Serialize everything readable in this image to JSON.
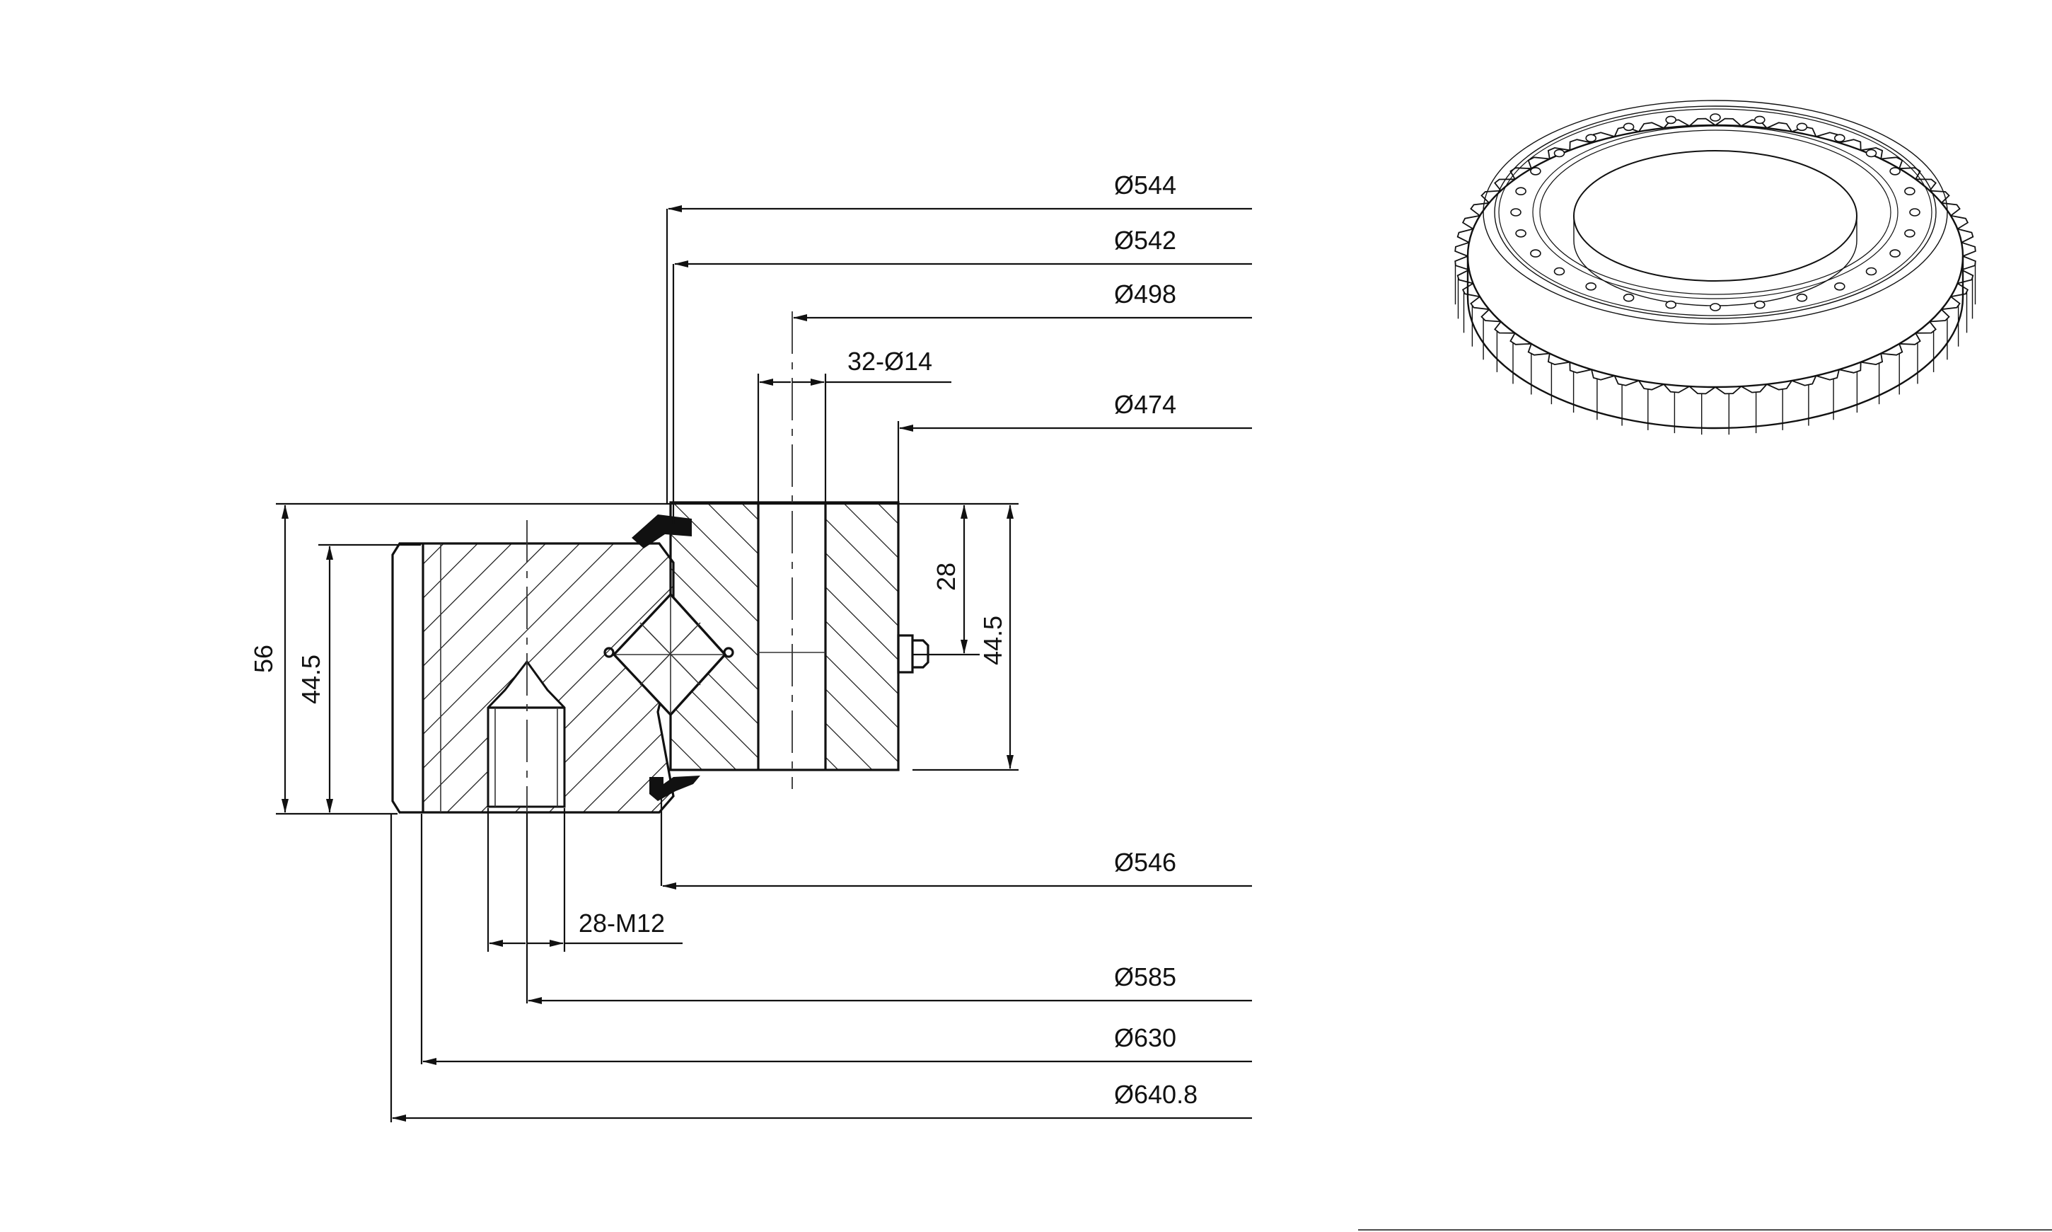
{
  "drawing": {
    "diameters": [
      {
        "id": "d544",
        "label": "Ø544"
      },
      {
        "id": "d542",
        "label": "Ø542"
      },
      {
        "id": "d498",
        "label": "Ø498"
      },
      {
        "id": "d474",
        "label": "Ø474"
      },
      {
        "id": "d546",
        "label": "Ø546"
      },
      {
        "id": "d585",
        "label": "Ø585"
      },
      {
        "id": "d630",
        "label": "Ø630"
      },
      {
        "id": "d6408",
        "label": "Ø640.8"
      }
    ],
    "holes": {
      "through_holes": "32-Ø14",
      "threaded_holes": "28-M12"
    },
    "heights": {
      "total": "56",
      "outer_ring": "44.5",
      "inner_ring": "44.5",
      "inner_to_center": "28"
    },
    "view_3d": {
      "outer_teeth": 60,
      "inner_holes": 28
    }
  }
}
